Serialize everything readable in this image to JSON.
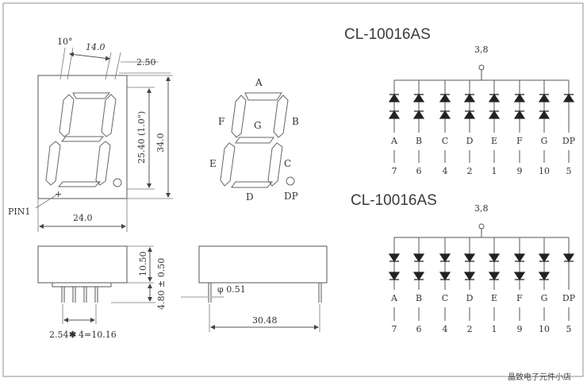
{
  "front_view": {
    "angle": "10°",
    "slant_width": "14.0",
    "seg_offset": "2.50",
    "char_height": "25.40 (1.0\")",
    "height": "34.0",
    "width": "24.0",
    "pin1_label": "PIN1"
  },
  "segment_diagram": {
    "labels": {
      "a": "A",
      "b": "B",
      "c": "C",
      "d": "D",
      "e": "E",
      "f": "F",
      "g": "G",
      "dp": "DP"
    }
  },
  "side_views": {
    "body_height": "10.50",
    "pin_length": "4.80 ± 0.50",
    "pin_pitch": "2.54",
    "pin_pitch_suffix": "4=10.16",
    "pin_dia": "φ 0.51",
    "row_spacing": "30.48"
  },
  "circuits": [
    {
      "title": "CL-10016AS",
      "common_pin": "3,8",
      "polarity": "anode",
      "segments": [
        "A",
        "B",
        "C",
        "D",
        "E",
        "F",
        "G",
        "DP"
      ],
      "pins": [
        "7",
        "6",
        "4",
        "2",
        "1",
        "9",
        "10",
        "5"
      ]
    },
    {
      "title": "CL-10016AS",
      "common_pin": "3,8",
      "polarity": "cathode",
      "segments": [
        "A",
        "B",
        "C",
        "D",
        "E",
        "F",
        "G",
        "DP"
      ],
      "pins": [
        "7",
        "6",
        "4",
        "2",
        "1",
        "9",
        "10",
        "5"
      ]
    }
  ],
  "watermark": "晶致电子元件小店"
}
